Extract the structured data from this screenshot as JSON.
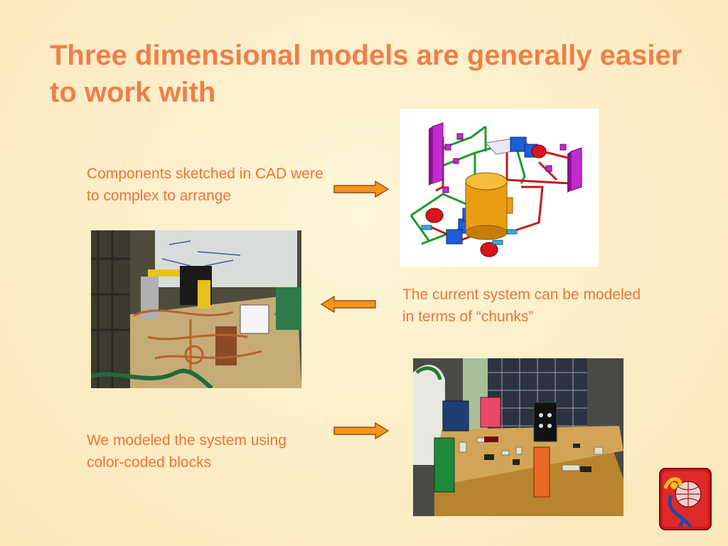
{
  "slide": {
    "title": "Three dimensional models are generally easier to work with",
    "captions": {
      "cad": "Components sketched in CAD were to complex to arrange",
      "chunks": "The current system can be modeled in terms of “chunks”",
      "blocks": "We modeled the system using color-coded blocks"
    }
  },
  "colors": {
    "title": "#ee7f4a",
    "caption": "#e9743c",
    "arrow_fill": "#f7941d",
    "arrow_outline": "#9a4a12"
  },
  "icons": {
    "arrow": "right-arrow-icon",
    "logo": "globe-logo-icon"
  }
}
